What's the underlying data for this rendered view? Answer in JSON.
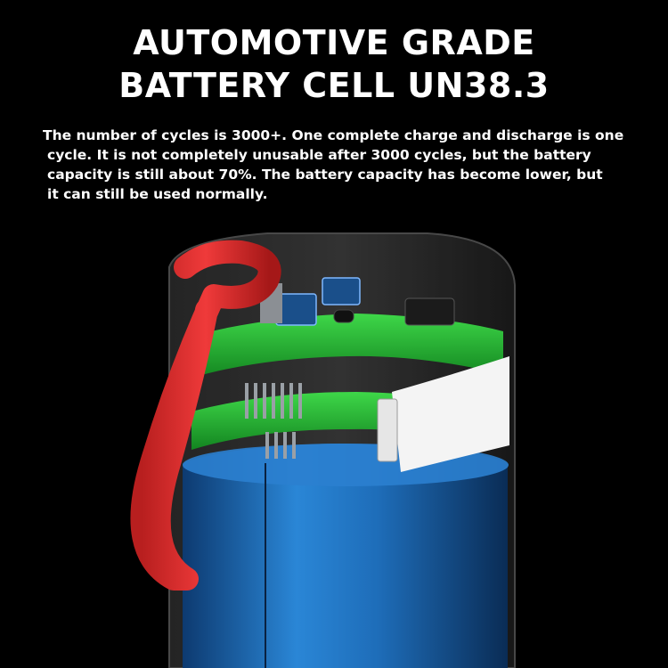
{
  "headline": {
    "line1": "AUTOMOTIVE GRADE",
    "line2": "BATTERY CELL UN38.3"
  },
  "description": {
    "line1": "The number of cycles is 3000+. One complete charge and discharge is one",
    "line2": "cycle. It is not completely unusable after 3000 cycles, but the battery",
    "line3": "capacity is still about 70%. The battery capacity has become lower, but",
    "line4": "it can still be used normally."
  },
  "colors": {
    "background": "#000000",
    "text": "#ffffff",
    "strap": "#e02a2a",
    "battery_cell": "#1f6fb8",
    "circuit_board": "#2fd13a",
    "casing_label": "#f2f2f2"
  }
}
